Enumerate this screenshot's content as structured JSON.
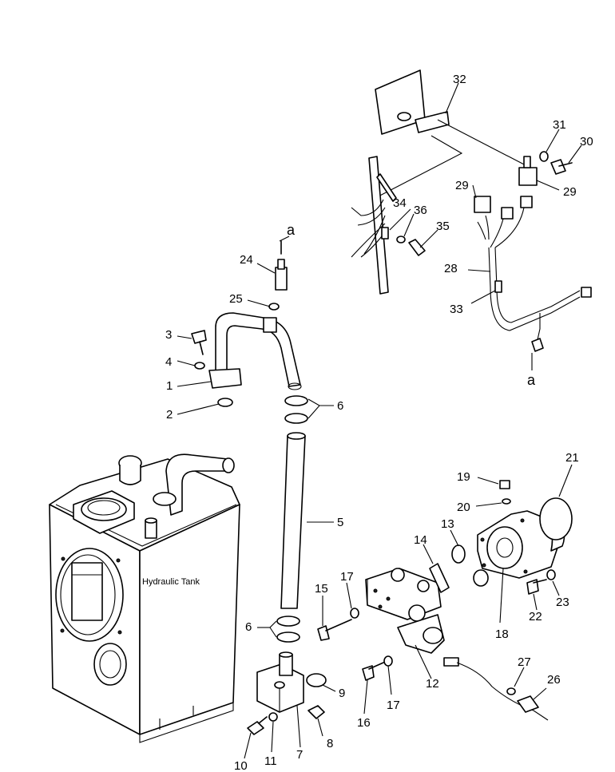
{
  "diagram": {
    "tank_label": "Hydraulic Tank",
    "connector_marks": [
      "a",
      "a"
    ],
    "callouts": [
      "1",
      "2",
      "3",
      "4",
      "5",
      "6",
      "6",
      "7",
      "8",
      "9",
      "10",
      "11",
      "12",
      "13",
      "14",
      "15",
      "16",
      "17",
      "17",
      "18",
      "19",
      "20",
      "21",
      "22",
      "23",
      "24",
      "25",
      "26",
      "27",
      "28",
      "29",
      "29",
      "30",
      "31",
      "32",
      "33",
      "34",
      "35",
      "36"
    ]
  }
}
